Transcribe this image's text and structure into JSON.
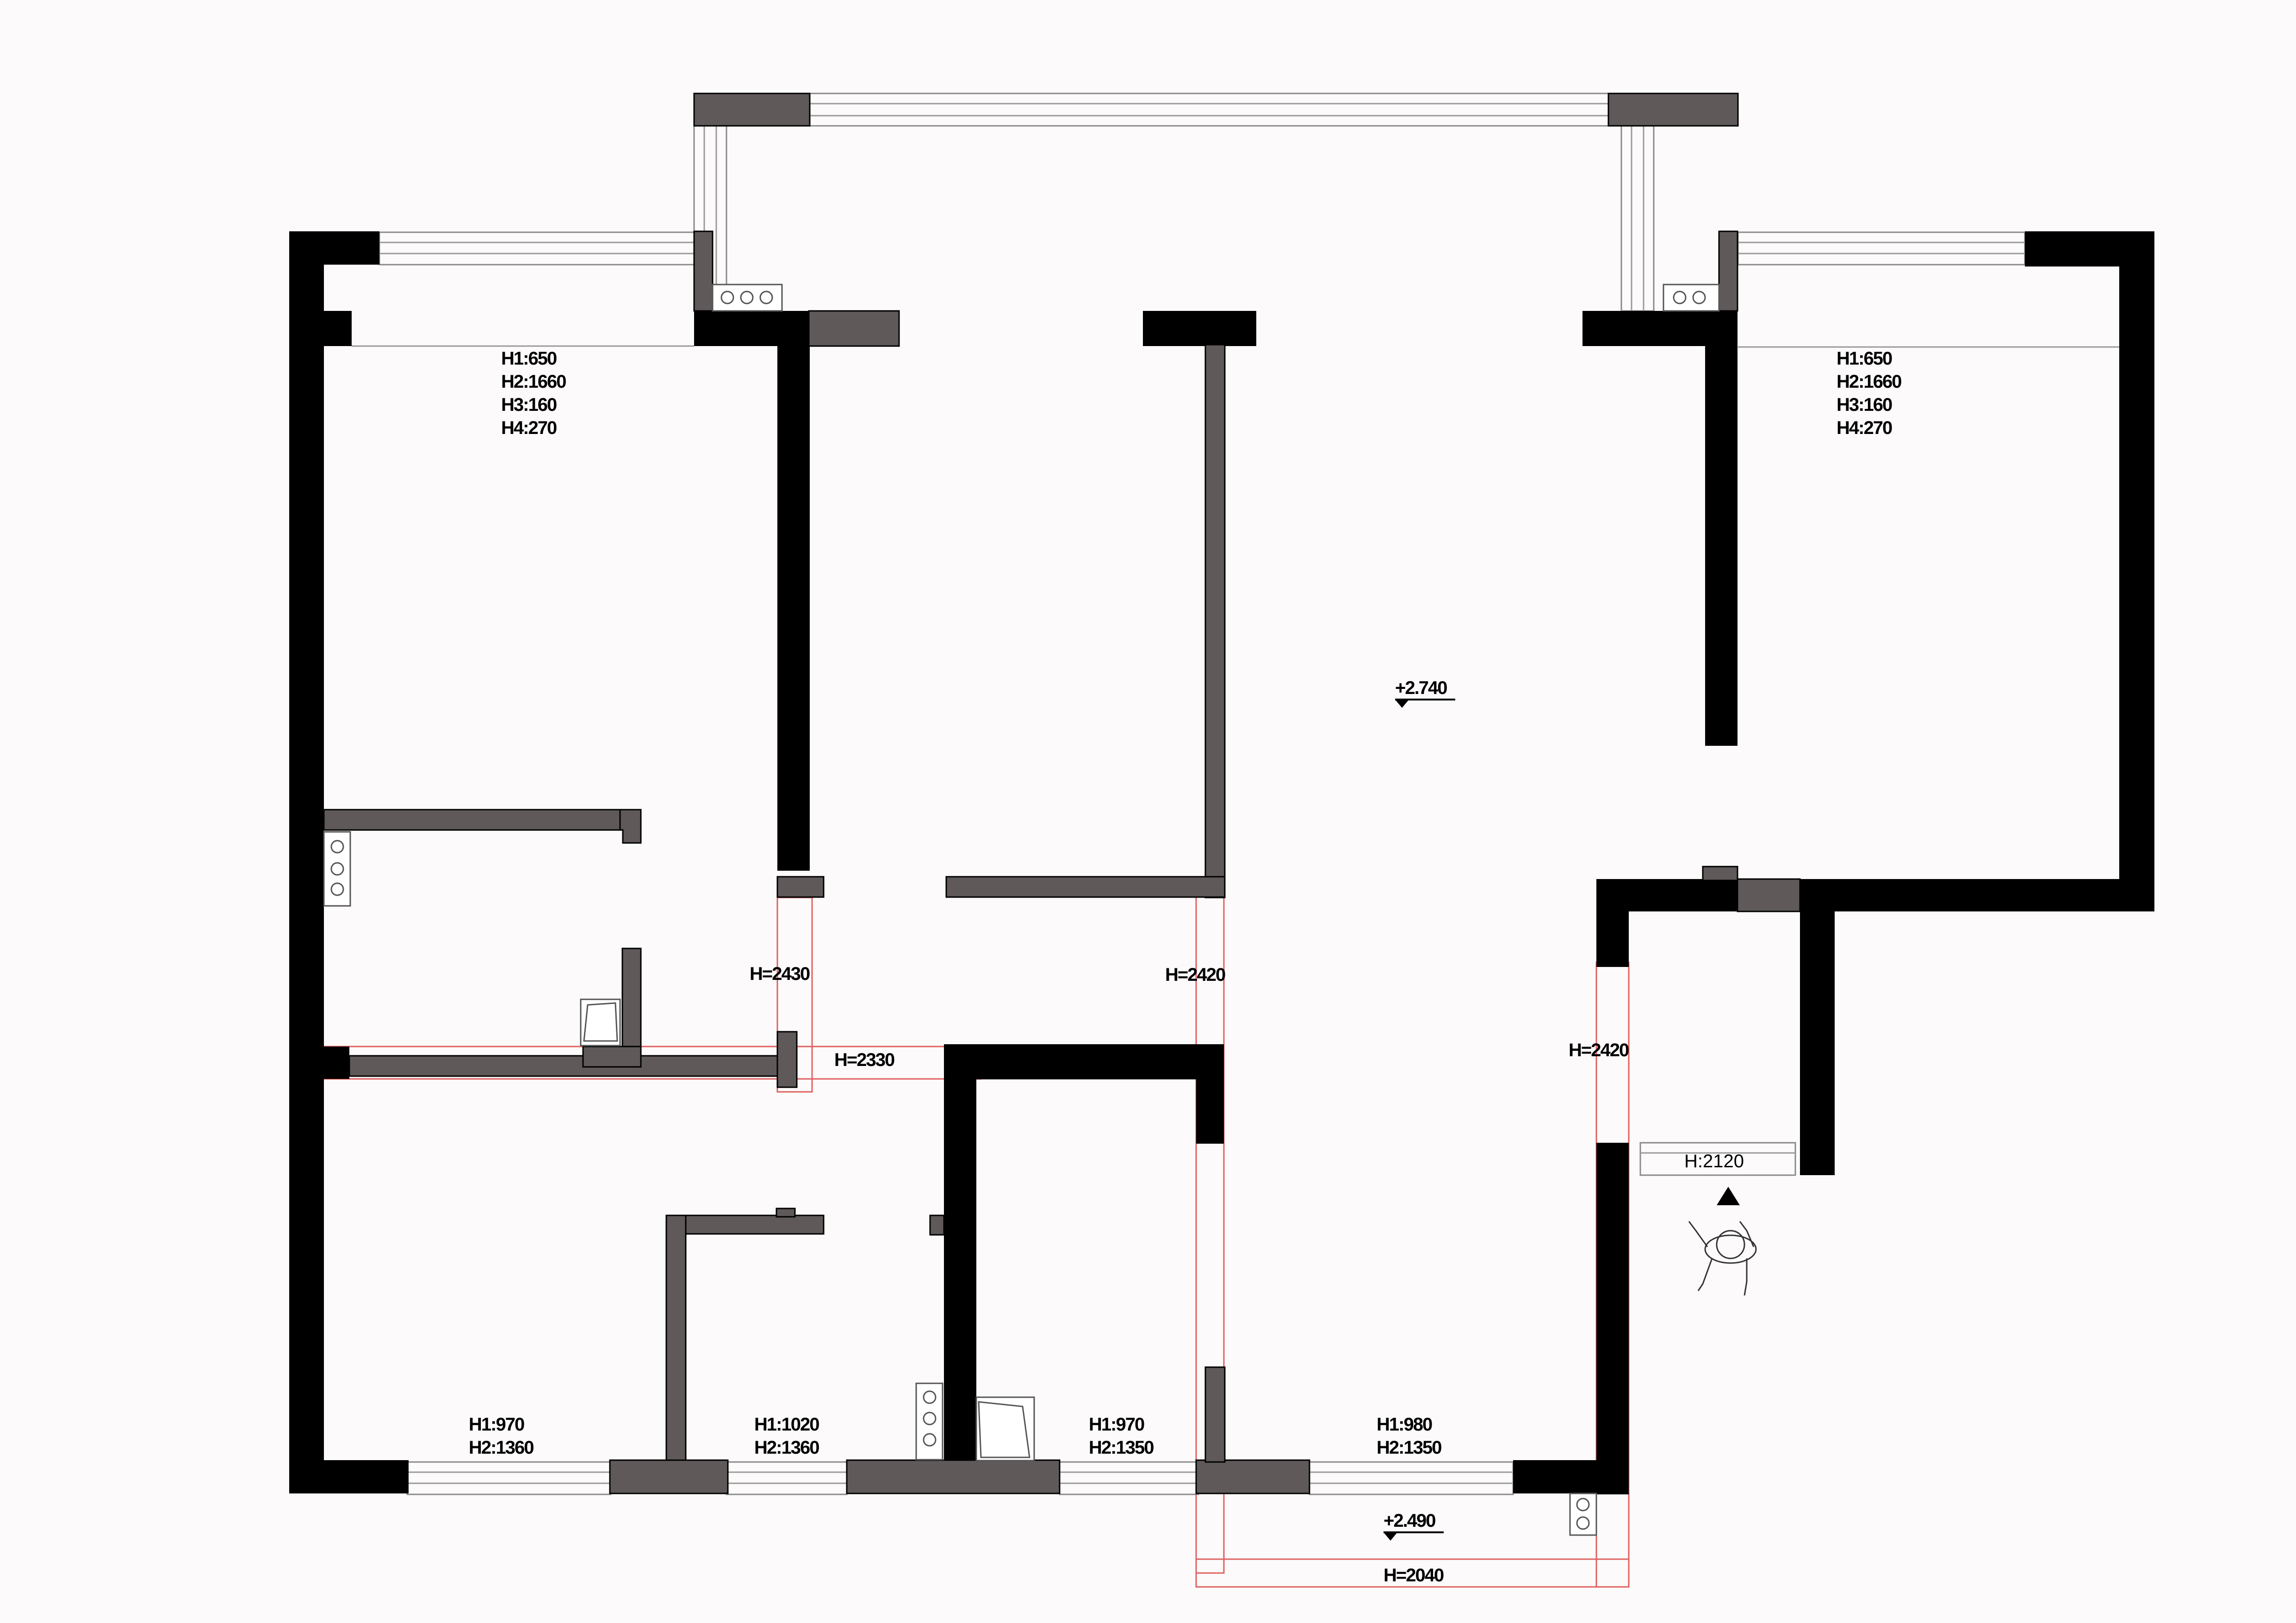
{
  "plan": {
    "rooms": {
      "bedroom_left": {
        "h1": "H1:650",
        "h2": "H2:1660",
        "h3": "H3:160",
        "h4": "H4:270"
      },
      "bedroom_right": {
        "h1": "H1:650",
        "h2": "H2:1660",
        "h3": "H3:160",
        "h4": "H4:270"
      }
    },
    "windows_bottom": [
      {
        "h1": "H1:970",
        "h2": "H2:1360"
      },
      {
        "h1": "H1:1020",
        "h2": "H2:1360"
      },
      {
        "h1": "H1:970",
        "h2": "H2:1350"
      },
      {
        "h1": "H1:980",
        "h2": "H2:1350"
      }
    ],
    "openings": {
      "h2430": "H=2430",
      "h2420_mid": "H=2420",
      "h2330": "H=2330",
      "h2420_right": "H=2420",
      "h2040": "H=2040",
      "entry": "H:2120"
    },
    "levels": {
      "main": "+2.740",
      "lower": "+2.490"
    }
  }
}
